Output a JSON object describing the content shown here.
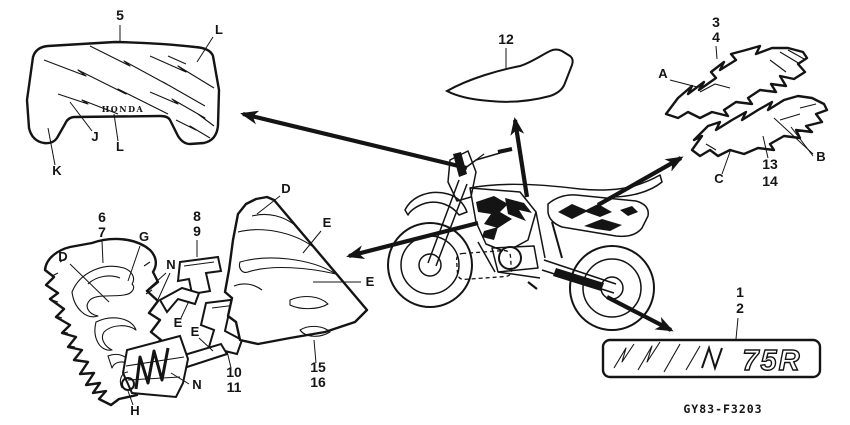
{
  "figure_code": "GY83-F3203",
  "callouts": {
    "1": "1",
    "2": "2",
    "3": "3",
    "4": "4",
    "5": "5",
    "6": "6",
    "7": "7",
    "8": "8",
    "9": "9",
    "10": "10",
    "11": "11",
    "12": "12",
    "13": "13",
    "14": "14",
    "15": "15",
    "16": "16",
    "A": "A",
    "B": "B",
    "C": "C",
    "D": "D",
    "E": "E",
    "G": "G",
    "H": "H",
    "J": "J",
    "K": "K",
    "L": "L",
    "N": "N"
  },
  "decal_texts": {
    "tank_brand": "HONDA",
    "swingarm_model": "75R"
  },
  "colors": {
    "ink": "#141414",
    "paper": "#ffffff"
  }
}
